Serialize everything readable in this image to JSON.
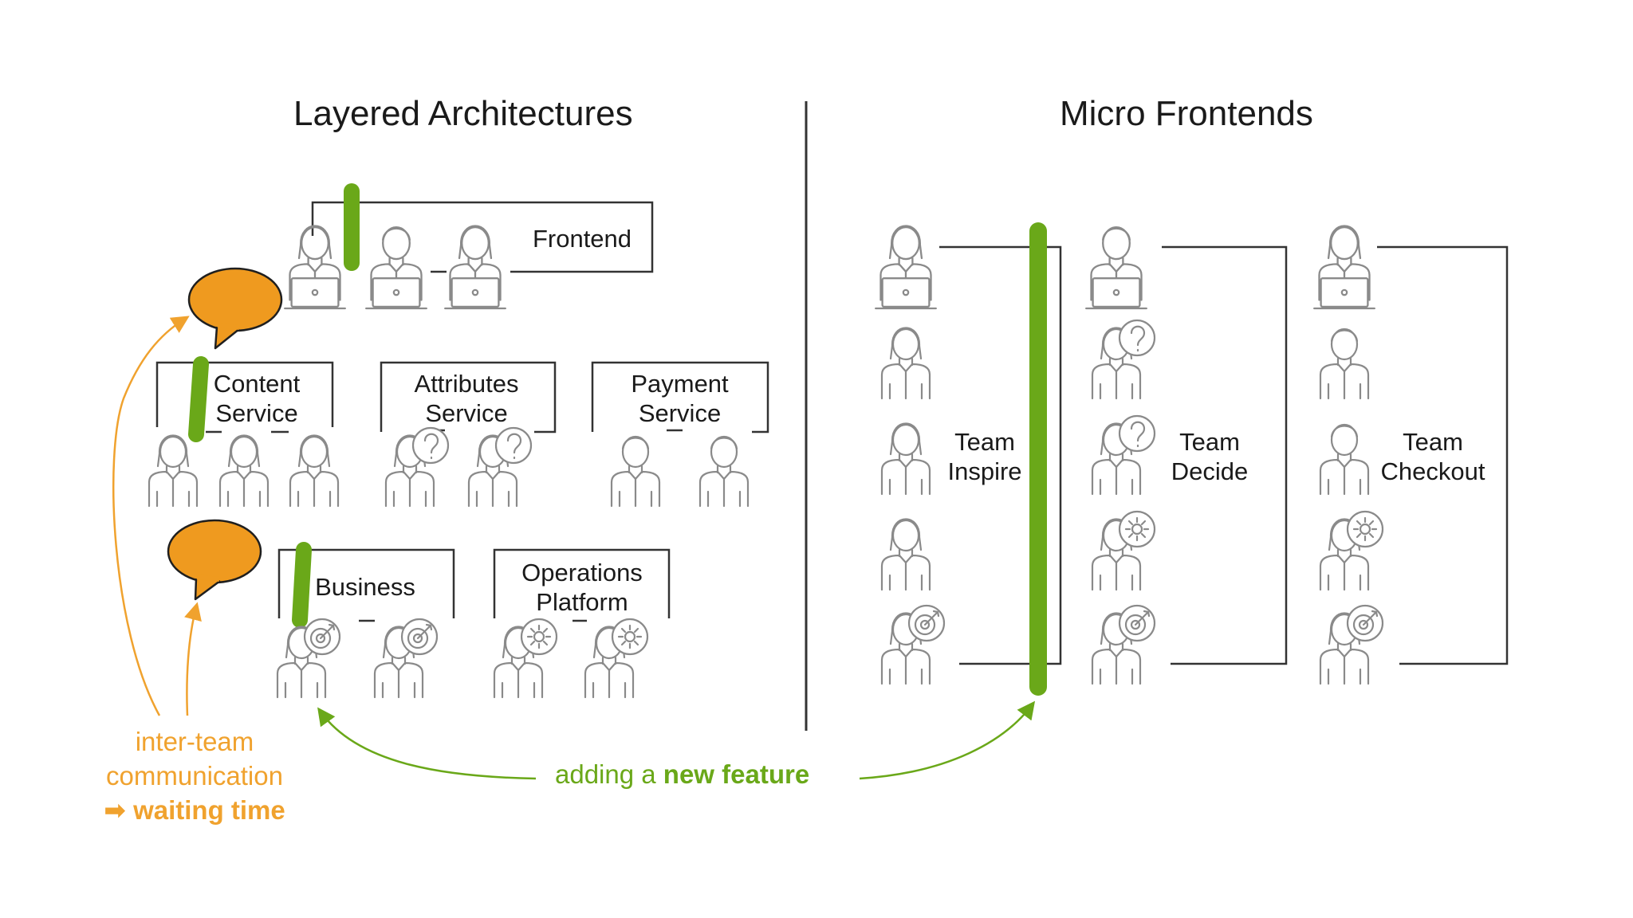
{
  "titles": {
    "left": "Layered Architectures",
    "right": "Micro Frontends"
  },
  "layered": {
    "frontend": "Frontend",
    "content_service": [
      "Content",
      "Service"
    ],
    "attributes_service": [
      "Attributes",
      "Service"
    ],
    "payment_service": [
      "Payment",
      "Service"
    ],
    "business": "Business",
    "operations_platform": [
      "Operations",
      "Platform"
    ]
  },
  "micro": {
    "team_inspire": [
      "Team",
      "Inspire"
    ],
    "team_decide": [
      "Team",
      "Decide"
    ],
    "team_checkout": [
      "Team",
      "Checkout"
    ]
  },
  "notes": {
    "inter_team_1": "inter-team",
    "inter_team_2": "communication",
    "arrow_symbol": "➡",
    "waiting_time": "waiting time",
    "feature_prefix": "adding a",
    "feature_bold": "new feature"
  },
  "colors": {
    "green": "#6aa819",
    "orange": "#f0a22e",
    "bubble": "#ef9a1f",
    "line": "#333333",
    "person": "#8a8a8a"
  },
  "icons": {
    "developer": "person-laptop-icon",
    "question": "question-bubble-icon",
    "gear": "gear-bubble-icon",
    "target": "target-bubble-icon",
    "speech": "speech-bubble-icon"
  }
}
